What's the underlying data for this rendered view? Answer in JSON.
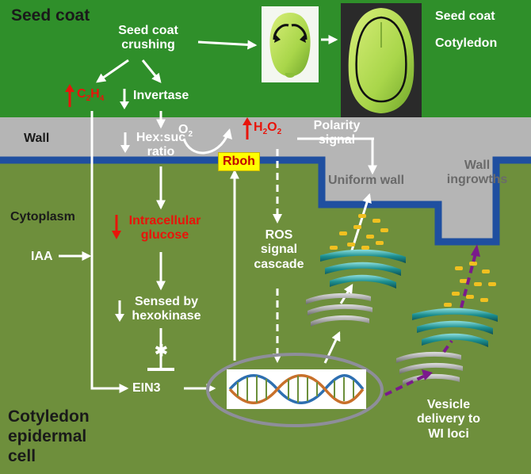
{
  "regions": {
    "seed_coat": "Seed coat",
    "wall": "Wall",
    "cytoplasm": "Cytoplasm",
    "cell": "Cotyledon epidermal cell"
  },
  "photo_labels": {
    "seed_coat": "Seed coat",
    "cotyledon": "Cotyledon"
  },
  "nodes": {
    "crushing": "Seed coat crushing",
    "c2h4": "C2H4",
    "invertase": "Invertase",
    "hexsuc": "Hex:suc ratio",
    "glucose": "Intracellular glucose",
    "hexokinase": "Sensed by hexokinase",
    "iaa": "IAA",
    "ein3": "EIN3",
    "o2": "O2",
    "h2o2": "H2O2",
    "rboh": "Rboh",
    "ros": "ROS signal cascade",
    "polarity": "Polarity signal",
    "uniform_wall": "Uniform wall",
    "wall_ingrowths": "Wall ingrowths",
    "vesicle": "Vesicle delivery to WI loci",
    "block": "✱"
  },
  "colors": {
    "seed_coat_band": "#2f8f2a",
    "wall_band": "#b5b5b5",
    "membrane": "#1f4fa0",
    "cytoplasm": "#6e8f3c",
    "up_arrow": "#e8140a",
    "vesicle_path": "#7a1a8c",
    "rboh_box": "#ffff00"
  }
}
